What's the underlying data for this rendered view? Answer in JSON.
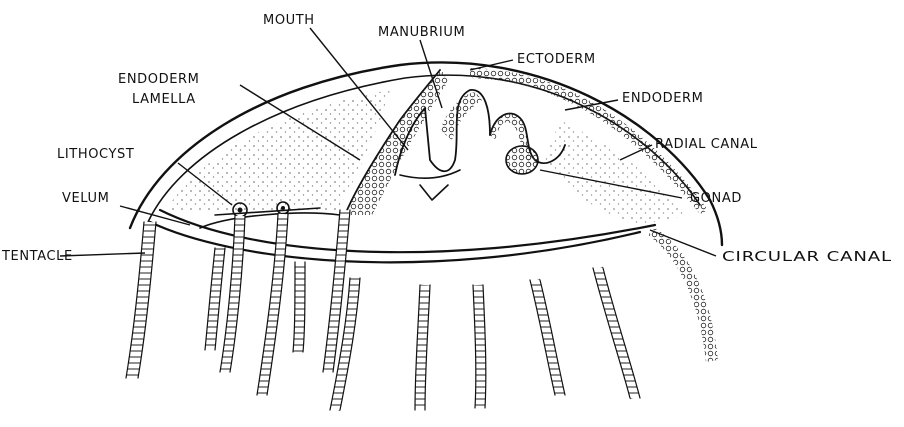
{
  "diagram": {
    "labels": {
      "mouth": "MOUTH",
      "manubrium": "MANUBRIUM",
      "ectoderm": "ECTODERM",
      "endoderm_lamella_1": "ENDODERM",
      "endoderm_lamella_2": "LAMELLA",
      "endoderm": "ENDODERM",
      "radial_canal": "RADIAL CANAL",
      "lithocyst": "LITHOCYST",
      "gonad": "GONAD",
      "velum": "VELUM",
      "tentacle": "TENTACLE",
      "circular_canal": "CIRCULAR CANAL"
    }
  }
}
